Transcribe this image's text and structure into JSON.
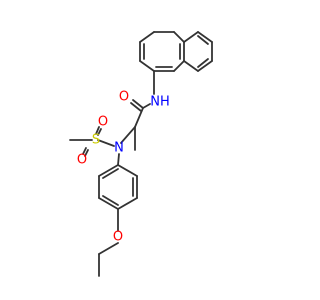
{
  "structure": {
    "bond_color": "#333333",
    "atoms": [
      {
        "label": "O",
        "color": "#ff0000"
      },
      {
        "label": "NH",
        "color": "#0000ff"
      },
      {
        "label": "S",
        "color": "#cccc00"
      },
      {
        "label": "O",
        "color": "#ff0000"
      },
      {
        "label": "O",
        "color": "#ff0000"
      },
      {
        "label": "N",
        "color": "#0000ff"
      },
      {
        "label": "O",
        "color": "#ff0000"
      }
    ]
  }
}
